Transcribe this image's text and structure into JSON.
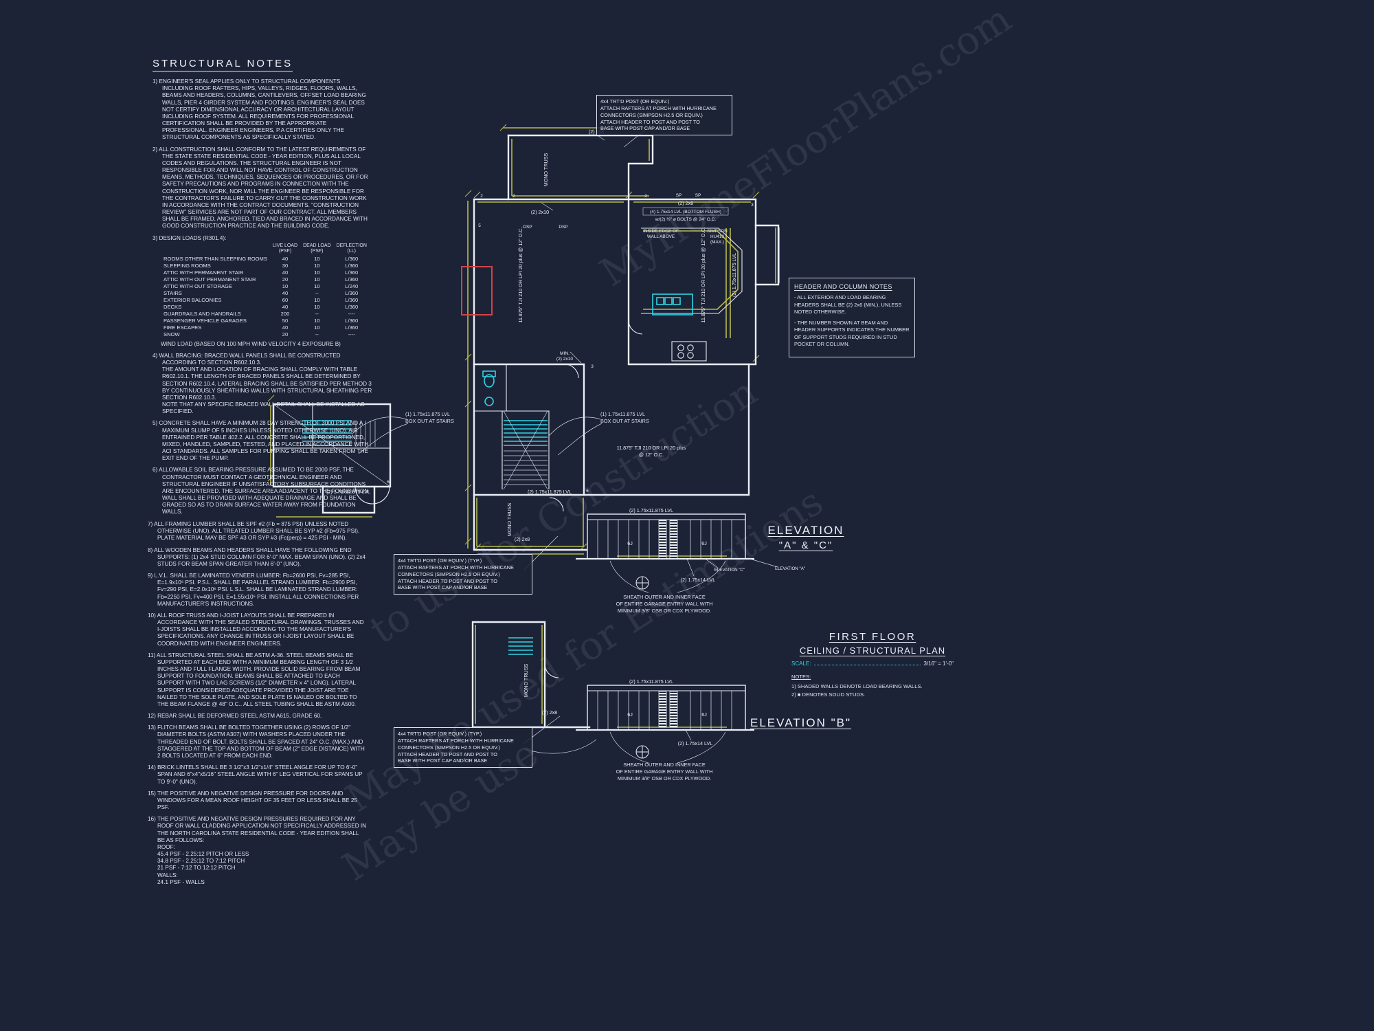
{
  "colors": {
    "background": "#1d2336",
    "line_white": "#e9edf5",
    "beam_yellow": "#b9ba4a",
    "fixture_cyan": "#2fd4e4",
    "accent_red": "#cf4444"
  },
  "structural_notes": {
    "title": "STRUCTURAL NOTES",
    "notes_a": [
      "1) ENGINEER'S SEAL APPLIES ONLY TO STRUCTURAL COMPONENTS INCLUDING ROOF RAFTERS, HIPS, VALLEYS, RIDGES, FLOORS, WALLS, BEAMS AND HEADERS, COLUMNS, CANTILEVERS, OFFSET LOAD BEARING WALLS, PIER 4 GIRDER SYSTEM AND FOOTINGS.  ENGINEER'S SEAL DOES NOT CERTIFY DIMENSIONAL ACCURACY OR ARCHITECTURAL LAYOUT INCLUDING ROOF SYSTEM.  ALL REQUIREMENTS FOR PROFESSIONAL CERTIFICATION SHALL BE PROVIDED BY THE APPROPRIATE PROFESSIONAL.  ENGINEER ENGINEERS, P.A CERTIFIES ONLY THE STRUCTURAL COMPONENTS AS SPECIFICALLY STATED.",
      "2) ALL CONSTRUCTION SHALL CONFORM TO THE LATEST REQUIREMENTS OF THE STATE STATE RESIDENTIAL CODE - YEAR EDITION, PLUS ALL LOCAL CODES AND REGULATIONS. THE STRUCTURAL ENGINEER IS NOT RESPONSIBLE FOR AND WILL NOT HAVE CONTROL OF CONSTRUCTION MEANS, METHODS, TECHNIQUES, SEQUENCES OR PROCEDURES, OR FOR SAFETY PRECAUTIONS AND PROGRAMS IN CONNECTION WITH THE CONSTRUCTION WORK, NOR WILL THE ENGINEER BE RESPONSIBLE FOR THE CONTRACTOR'S FAILURE TO CARRY OUT THE CONSTRUCTION WORK IN ACCORDANCE WITH THE CONTRACT DOCUMENTS. \"CONSTRUCTION REVIEW\" SERVICES ARE NOT PART OF OUR CONTRACT.  ALL MEMBERS SHALL BE FRAMED, ANCHORED, TIED AND BRACED IN ACCORDANCE WITH GOOD CONSTRUCTION PRACTICE AND THE BUILDING CODE."
    ],
    "notes_b": [
      "4) WALL BRACING:  BRACED WALL PANELS SHALL BE CONSTRUCTED ACCORDING TO SECTION R602.10.3.\nTHE AMOUNT AND LOCATION OF BRACING SHALL COMPLY WITH TABLE R602.10.1.  THE LENGTH OF BRACED PANELS SHALL BE DETERMINED BY SECTION R602.10.4.  LATERAL BRACING SHALL BE SATISFIED PER METHOD 3 BY CONTINUOUSLY SHEATHING WALLS WITH STRUCTURAL SHEATHING PER SECTION R602.10.3.\nNOTE THAT ANY SPECIFIC BRACED WALL DETAIL SHALL BE INSTALLED AS SPECIFIED.",
      "5) CONCRETE SHALL HAVE A MINIMUM 28 DAY STRENGTH OF 3000 PSI AND A MAXIMUM SLUMP OF 5 INCHES UNLESS NOTED OTHERWISE (UNO). AIR ENTRAINED PER TABLE 402.2. ALL CONCRETE SHALL BE PROPORTIONED, MIXED, HANDLED, SAMPLED, TESTED, AND PLACED IN ACCORDANCE WITH ACI STANDARDS.  ALL SAMPLES FOR PUMPING SHALL BE TAKEN FROM THE EXIT END OF THE PUMP.",
      "6) ALLOWABLE SOIL BEARING PRESSURE ASSUMED TO BE 2000 PSF. THE CONTRACTOR MUST CONTACT A GEOTECHNICAL ENGINEER AND STRUCTURAL ENGINEER IF UNSATISFACTORY SUBSURFACE CONDITIONS ARE ENCOUNTERED. THE SURFACE AREA ADJACENT TO THE FOUNDATION WALL SHALL BE PROVIDED WITH ADEQUATE DRAINAGE AND SHALL BE GRADED SO AS TO DRAIN SURFACE WATER AWAY FROM FOUNDATION WALLS."
    ]
  },
  "design_loads": {
    "intro": "3) DESIGN LOADS (R301.4):",
    "col_headers": [
      [
        "LIVE LOAD",
        "(PSF)"
      ],
      [
        "DEAD LOAD",
        "(PSF)"
      ],
      [
        "DEFLECTION",
        "(LL)"
      ]
    ],
    "rows": [
      [
        "ROOMS OTHER THAN SLEEPING ROOMS",
        "40",
        "10",
        "L/360"
      ],
      [
        "SLEEPING ROOMS",
        "30",
        "10",
        "L/360"
      ],
      [
        "ATTIC WITH PERMANENT STAIR",
        "40",
        "10",
        "L/360"
      ],
      [
        "ATTIC WITH OUT PERMANENT STAIR",
        "20",
        "10",
        "L/360"
      ],
      [
        "ATTIC WITH OUT STORAGE",
        "10",
        "10",
        "L/240"
      ],
      [
        "STAIRS",
        "40",
        "--",
        "L/360"
      ],
      [
        "EXTERIOR BALCONIES",
        "60",
        "10",
        "L/360"
      ],
      [
        "DECKS",
        "40",
        "10",
        "L/360"
      ],
      [
        "GUARDRAILS AND HANDRAILS",
        "200",
        "--",
        "----"
      ],
      [
        "PASSENGER VEHICLE GARAGES",
        "50",
        "10",
        "L/360"
      ],
      [
        "FIRE ESCAPES",
        "40",
        "10",
        "L/360"
      ],
      [
        "SNOW",
        "20",
        "--",
        "----"
      ]
    ],
    "wind_row": "WIND LOAD       (BASED ON 100 MPH WIND VELOCITY 4 EXPOSURE B)"
  },
  "notes_lower": [
    "7) ALL FRAMING LUMBER SHALL BE SPF #2 (Fb = 875 PSI) UNLESS NOTED OTHERWISE (UNO). ALL TREATED LUMBER SHALL BE SYP #2 (Fb=975 PSI). PLATE MATERIAL MAY BE SPF #3 OR SYP #3 (Fc(perp) = 425 PSI - MIN).",
    "8) ALL WOODEN BEAMS AND HEADERS SHALL HAVE THE FOLLOWING END SUPPORTS: (1) 2x4 STUD COLUMN FOR 6'-0\" MAX. BEAM SPAN (UNO). (2) 2x4 STUDS FOR BEAM SPAN GREATER THAN 6'-0\" (UNO).",
    "9) L.V.L. SHALL BE LAMINATED VENEER LUMBER: Fb=2600 PSI, Fv=285 PSI, E=1.9x10⁶ PSI.  P.S.L. SHALL BE PARALLEL STRAND LUMBER: Fb=2900 PSI, Fv=290 PSI, E=2.0x10⁶ PSI.  L.S.L. SHALL BE LAMINATED STRAND LUMBER: Fb=2250 PSI, Fv=400 PSI, E=1.55x10⁶ PSI.  INSTALL ALL CONNECTIONS PER MANUFACTURER'S INSTRUCTIONS.",
    "10) ALL ROOF TRUSS AND I-JOIST LAYOUTS SHALL BE PREPARED IN ACCORDANCE WITH THE SEALED STRUCTURAL DRAWINGS. TRUSSES AND I-JOISTS SHALL BE INSTALLED ACCORDING TO THE MANUFACTURER'S SPECIFICATIONS. ANY CHANGE IN TRUSS OR I-JOIST LAYOUT SHALL BE COORDINATED WITH ENGINEER ENGINEERS.",
    "11) ALL STRUCTURAL STEEL SHALL BE ASTM A-36. STEEL BEAMS SHALL BE SUPPORTED AT EACH END WITH A MINIMUM BEARING LENGTH OF 3 1/2 INCHES AND FULL FLANGE WIDTH. PROVIDE SOLID BEARING FROM BEAM SUPPORT TO FOUNDATION. BEAMS SHALL BE ATTACHED TO EACH SUPPORT WITH TWO LAG SCREWS (1/2\" DIAMETER x 4\" LONG). LATERAL SUPPORT IS CONSIDERED ADEQUATE PROVIDED THE JOIST ARE TOE NAILED TO THE SOLE PLATE, AND SOLE PLATE IS NAILED OR BOLTED TO THE BEAM FLANGE @ 48\" O.C..  ALL STEEL TUBING SHALL BE ASTM A500.",
    "12) REBAR SHALL BE DEFORMED STEEL ASTM A615, GRADE 60.",
    "13) FLITCH BEAMS SHALL BE BOLTED TOGETHER USING (2) ROWS OF 1/2\" DIAMETER BOLTS (ASTM A307) WITH WASHERS PLACED UNDER THE THREADED END OF BOLT.  BOLTS SHALL BE SPACED AT 24\" O.C. (MAX.) AND STAGGERED AT THE TOP AND BOTTOM OF BEAM (2\" EDGE DISTANCE) WITH 2 BOLTS LOCATED AT 6\" FROM EACH END.",
    "14) BRICK LINTELS SHALL BE 3 1/2\"x3 1/2\"x1/4\" STEEL ANGLE FOR UP TO 6'-0\" SPAN AND 6\"x4\"x5/16\" STEEL ANGLE WITH 6\" LEG VERTICAL FOR SPANS UP TO 9'-0\" (UNO).",
    "15) THE POSITIVE AND NEGATIVE DESIGN PRESSURE FOR DOORS AND WINDOWS FOR A MEAN ROOF HEIGHT OF 35 FEET OR LESS SHALL BE 25 PSF.",
    "16) THE POSITIVE AND NEGATIVE DESIGN PRESSURES REQUIRED FOR ANY ROOF OR WALL CLADDING APPLICATION NOT SPECIFICALLY ADDRESSED IN THE NORTH CAROLINA STATE RESIDENTIAL CODE - YEAR EDITION SHALL BE AS FOLLOWS:\nROOF:\n   45.4 PSF - 2.25:12 PITCH OR LESS\n   34.8 PSF - 2.25:12 TO 7:12 PITCH\n   21 PSF - 7:12 TO 12:12 PITCH\nWALLS:\n   24.1 PSF - WALLS"
  ],
  "header_column_notes": {
    "title": "HEADER AND COLUMN NOTES",
    "items": [
      "-  ALL EXTERIOR AND LOAD BEARING HEADERS SHALL BE (2) 2x6 (MIN.), UNLESS NOTED OTHERWISE.",
      "-  THE NUMBER SHOWN AT BEAM AND HEADER SUPPORTS INDICATES THE NUMBER OF SUPPORT STUDS REQUIRED IN STUD POCKET OR COLUMN."
    ]
  },
  "callouts": {
    "post_top": "4x4 TRT'D POST (OR EQUIV.)\nATTACH RAFTERS AT PORCH WITH HURRICANE\nCONNECTORS (SIMPSON H2.5 OR EQUIV.)\nATTACH HEADER TO POST AND POST TO\nBASE WITH POST CAP AND/OR BASE",
    "post_typ": "4x4 TRT'D POST (OR EQUIV.) (TYP.)\nATTACH RAFTERS AT PORCH WITH HURRICANE\nCONNECTORS (SIMPSON H2.5 OR EQUIV.)\nATTACH HEADER TO POST AND POST TO\nBASE WITH POST CAP AND/OR BASE",
    "sheath": "SHEATH OUTER AND INNER FACE\nOF ENTIRE GARAGE ENTRY WALL WITH\nMINIMUM 3/8\" OSB OR CDX PLYWOOD.",
    "boxout": "(1) 1.75x11.875 LVL\nBOX OUT AT STAIRS"
  },
  "plan": {
    "labels": {
      "b2x8": "(2) 2x8",
      "b2x10": "(2) 2x10",
      "mono_truss": "MONO TRUSS",
      "dsp": "DSP",
      "sp": "SP",
      "lvl4_14": "(4) 1.75x14 LVL (BOTTOM FLUSH)",
      "bolts": "w/(2) ½\" ø BOLTS @ 24\" O.C.",
      "inside1": "INSIDE EDGE OF",
      "inside2": "WALL ABOVE",
      "simpson1": "SIMPSON",
      "simpson2": "HU410",
      "simpson3": "(MAX.)",
      "tji_v": "11.875\" TJI 210 OR LPI 20 plus  @ 12\" O.C.",
      "tji_h1": "11.875\" TJI 210 OR LPI 20 plus",
      "tji_h2": "@ 12\" O.C.",
      "lvl2_11875": "(2) 1.75x11.875 LVL",
      "lvl2_14": "(2) 1.75x14 LVL",
      "min1": "MIN.",
      "min2": "(2) 2x10",
      "j6": "6J",
      "elev_a": "ELEVATION \"A\"",
      "elev_c": "ELEVATION \"C\"",
      "n2": "2",
      "n3": "3",
      "n5": "5",
      "n6": "6"
    }
  },
  "elevation_ac_label": {
    "l1": "ELEVATION",
    "l2": "\"A\" & \"C\""
  },
  "elevation_b_label": "ELEVATION \"B\"",
  "title_block": {
    "l1": "FIRST FLOOR",
    "l2": "CEILING / STRUCTURAL PLAN",
    "scale_label": "SCALE:",
    "scale_value": "3/16\" = 1'-0\"",
    "notes_title": "NOTES:",
    "notes": [
      "1) SHADED WALLS DENOTE LOAD BEARING WALLS.",
      "2) ■ DENOTES SOLID STUDS."
    ]
  },
  "watermarks": [
    "MyHomeFloorPlans.com",
    "to use for Construction",
    "May be used for Estimations",
    "May be use"
  ]
}
